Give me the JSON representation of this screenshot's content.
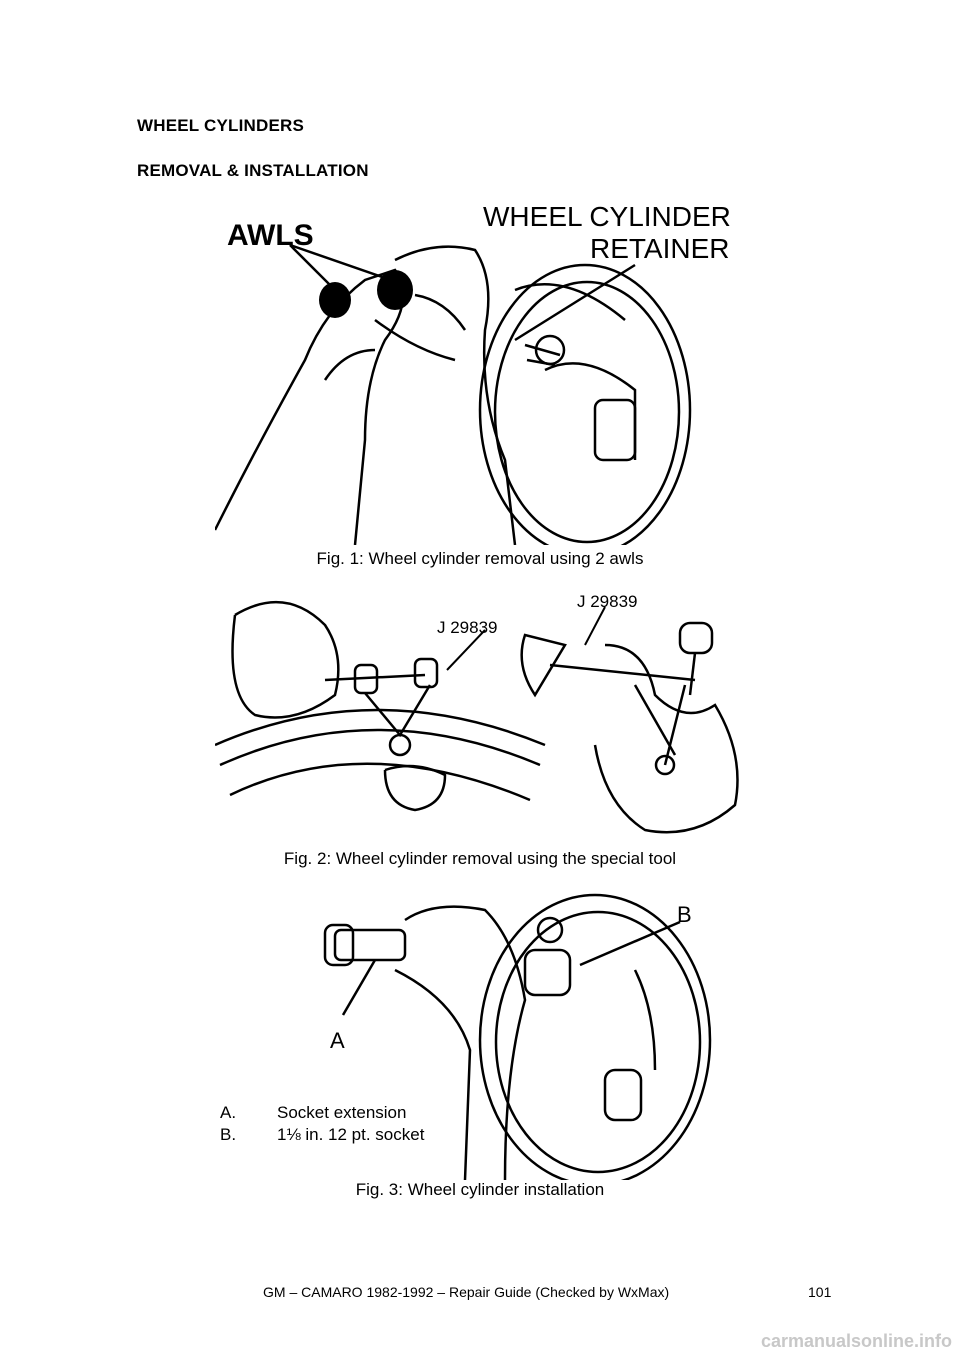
{
  "headings": {
    "section": "WHEEL CYLINDERS",
    "subsection": "REMOVAL & INSTALLATION"
  },
  "figures": [
    {
      "caption": "Fig. 1: Wheel cylinder removal using 2 awls",
      "labels": {
        "awls": "AWLS",
        "retainer_line1": "WHEEL CYLINDER",
        "retainer_line2": "RETAINER"
      }
    },
    {
      "caption": "Fig. 2: Wheel cylinder removal using the special tool",
      "labels": {
        "tool_left": "J 29839",
        "tool_right": "J 29839"
      }
    },
    {
      "caption": "Fig. 3: Wheel cylinder installation",
      "labels": {
        "a": "A",
        "b": "B",
        "legend_a_key": "A.",
        "legend_a_text": "Socket extension",
        "legend_b_key": "B.",
        "legend_b_text": "1⅛ in. 12 pt. socket"
      }
    }
  ],
  "footer": {
    "text": "GM – CAMARO 1982-1992 – Repair Guide (Checked by WxMax)",
    "page_number": "101"
  },
  "watermark": "carmanualsonline.info"
}
